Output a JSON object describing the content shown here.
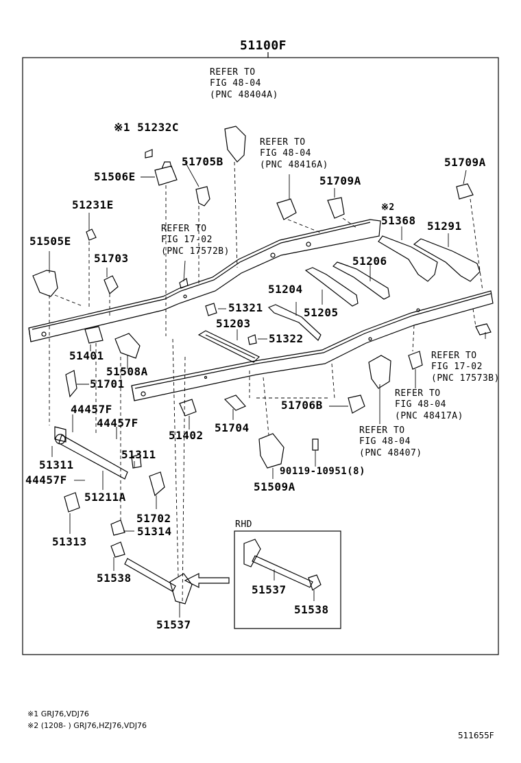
{
  "title": "51100F",
  "image_code": "511655F",
  "rhd_label": "RHD",
  "footnotes": [
    "※1 GRJ76,VDJ76",
    "※2 (1208-        ) GRJ76,HZJ76,VDJ76"
  ],
  "parts": [
    {
      "id": "p51232C",
      "text": "※1 51232C"
    },
    {
      "id": "p51506E",
      "text": "51506E"
    },
    {
      "id": "p51705B",
      "text": "51705B"
    },
    {
      "id": "p51709A_1",
      "text": "51709A"
    },
    {
      "id": "p51709A_2",
      "text": "51709A"
    },
    {
      "id": "p51231E",
      "text": "51231E"
    },
    {
      "id": "p51368",
      "text": "※2 51368"
    },
    {
      "id": "p51291",
      "text": "51291"
    },
    {
      "id": "p51505E",
      "text": "51505E"
    },
    {
      "id": "p51703",
      "text": "51703"
    },
    {
      "id": "p51206",
      "text": "51206"
    },
    {
      "id": "p51204",
      "text": "51204"
    },
    {
      "id": "p51321",
      "text": "51321"
    },
    {
      "id": "p51205",
      "text": "51205"
    },
    {
      "id": "p51203",
      "text": "51203"
    },
    {
      "id": "p51322",
      "text": "51322"
    },
    {
      "id": "p51401",
      "text": "51401"
    },
    {
      "id": "p51508A",
      "text": "51508A"
    },
    {
      "id": "p51701",
      "text": "51701"
    },
    {
      "id": "p44457F_1",
      "text": "44457F"
    },
    {
      "id": "p44457F_2",
      "text": "44457F"
    },
    {
      "id": "p51402",
      "text": "51402"
    },
    {
      "id": "p51704",
      "text": "51704"
    },
    {
      "id": "p51706B",
      "text": "51706B"
    },
    {
      "id": "p51311_1",
      "text": "51311"
    },
    {
      "id": "p51311_2",
      "text": "51311"
    },
    {
      "id": "p44457F_3",
      "text": "44457F"
    },
    {
      "id": "p51211A",
      "text": "51211A"
    },
    {
      "id": "p90119",
      "text": "90119-10951(8)"
    },
    {
      "id": "p51509A",
      "text": "51509A"
    },
    {
      "id": "p51702",
      "text": "51702"
    },
    {
      "id": "p51314",
      "text": "51314"
    },
    {
      "id": "p51313",
      "text": "51313"
    },
    {
      "id": "p51538_1",
      "text": "51538"
    },
    {
      "id": "p51537_1",
      "text": "51537"
    },
    {
      "id": "p51537_2",
      "text": "51537"
    },
    {
      "id": "p51538_2",
      "text": "51538"
    }
  ],
  "references": [
    {
      "id": "r1",
      "lines": [
        "REFER TO",
        "FIG 48-04",
        "(PNC 48404A)"
      ]
    },
    {
      "id": "r2",
      "lines": [
        "REFER TO",
        "FIG 48-04",
        "(PNC 48416A)"
      ]
    },
    {
      "id": "r3",
      "lines": [
        "REFER TO",
        "FIG 17-02",
        "(PNC 17572B)"
      ]
    },
    {
      "id": "r4",
      "lines": [
        "REFER TO",
        "FIG 17-02",
        "(PNC 17573B)"
      ]
    },
    {
      "id": "r5",
      "lines": [
        "REFER TO",
        "FIG 48-04",
        "(PNC 48417A)"
      ]
    },
    {
      "id": "r6",
      "lines": [
        "REFER TO",
        "FIG 48-04",
        "(PNC 48407)"
      ]
    }
  ]
}
